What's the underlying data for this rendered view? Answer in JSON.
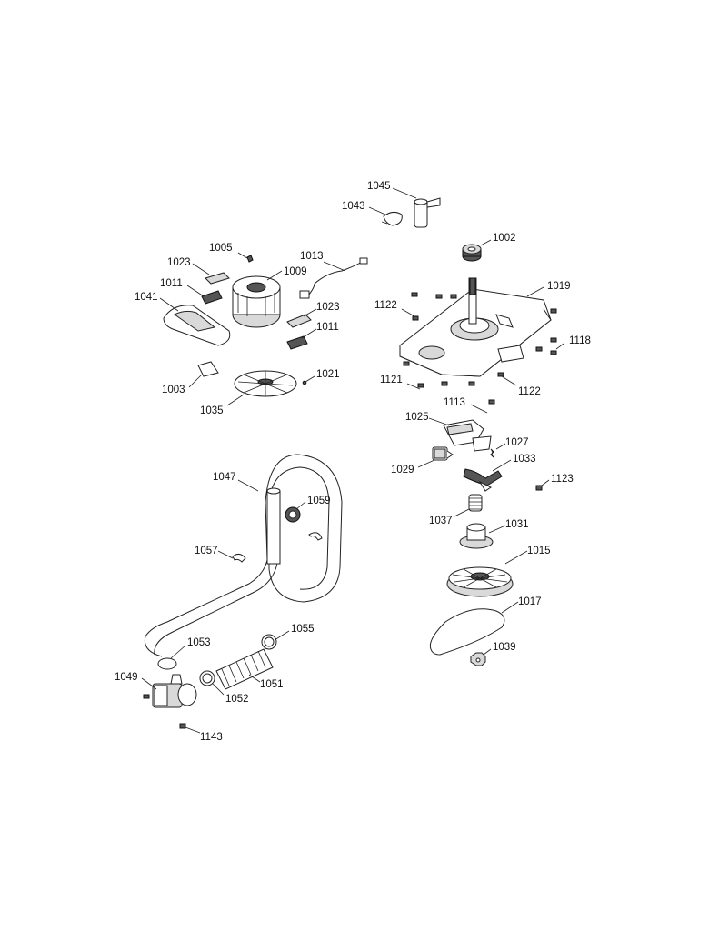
{
  "diagram": {
    "labels": {
      "p1002": "1002",
      "p1003": "1003",
      "p1005": "1005",
      "p1009": "1009",
      "p1011a": "1011",
      "p1011b": "1011",
      "p1013": "1013",
      "p1015": "1015",
      "p1017": "1017",
      "p1019": "1019",
      "p1021": "1021",
      "p1023a": "1023",
      "p1023b": "1023",
      "p1025": "1025",
      "p1027": "1027",
      "p1029": "1029",
      "p1031": "1031",
      "p1033": "1033",
      "p1035": "1035",
      "p1037": "1037",
      "p1039": "1039",
      "p1041": "1041",
      "p1043": "1043",
      "p1045": "1045",
      "p1047": "1047",
      "p1049": "1049",
      "p1051": "1051",
      "p1052": "1052",
      "p1053": "1053",
      "p1055": "1055",
      "p1057": "1057",
      "p1059": "1059",
      "p1113": "1113",
      "p1118": "1118",
      "p1121": "1121",
      "p1122a": "1122",
      "p1122b": "1122",
      "p1123": "1123",
      "p1143": "1143"
    }
  }
}
